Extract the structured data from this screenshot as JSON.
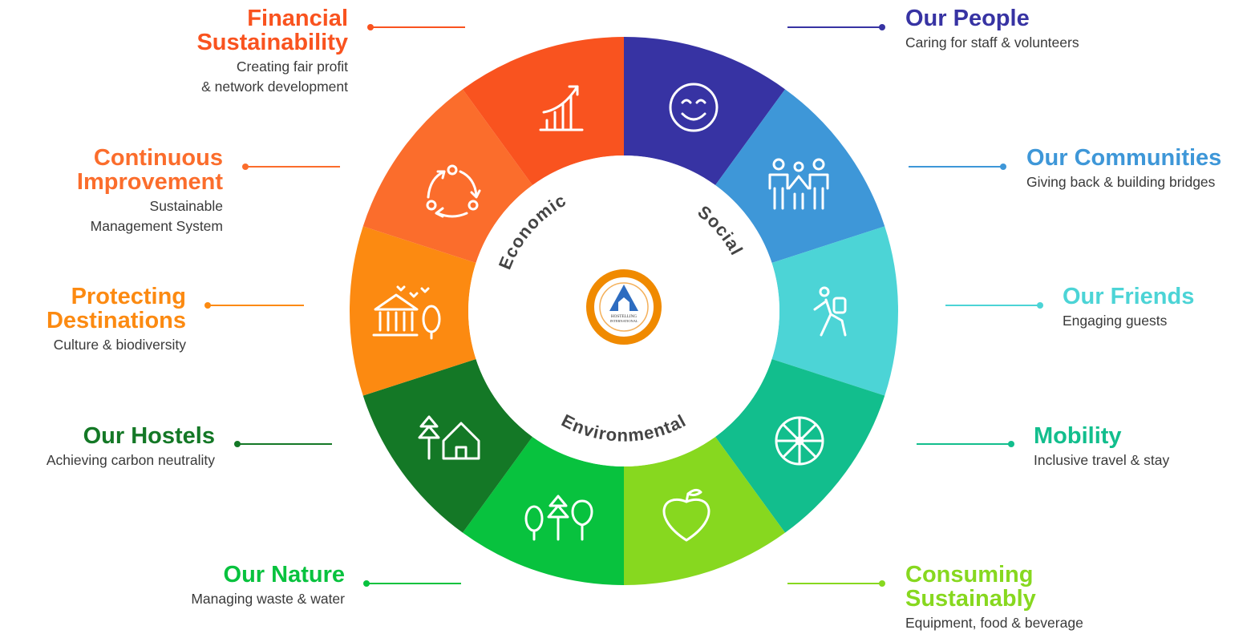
{
  "colors": {
    "financial": "#f9531f",
    "continuous": "#fb6d2c",
    "protecting": "#fc8a11",
    "hostels": "#147826",
    "nature": "#08c23e",
    "consuming": "#87d81f",
    "mobility": "#12be8d",
    "friends": "#4cd4d6",
    "communities": "#3e97d8",
    "people": "#3733a3",
    "logo": "#f08a00"
  },
  "dimensions": {
    "economic": "Economic",
    "social": "Social",
    "environmental": "Environmental"
  },
  "logo": {
    "line1": "HOSTELLING",
    "line2": "INTERNATIONAL"
  },
  "items": {
    "financial": {
      "title_line1": "Financial",
      "title_line2": "Sustainability",
      "sub_line1": "Creating fair profit",
      "sub_line2": "& network development",
      "icon": "growth-chart-icon"
    },
    "continuous": {
      "title_line1": "Continuous",
      "title_line2": "Improvement",
      "sub_line1": "Sustainable",
      "sub_line2": "Management System",
      "icon": "cycle-icon"
    },
    "protecting": {
      "title_line1": "Protecting",
      "title_line2": "Destinations",
      "sub_line1": "Culture & biodiversity",
      "icon": "heritage-icon"
    },
    "hostels": {
      "title_line1": "Our Hostels",
      "sub_line1": "Achieving carbon neutrality",
      "icon": "tree-house-icon"
    },
    "nature": {
      "title_line1": "Our Nature",
      "sub_line1": "Managing waste & water",
      "icon": "trees-icon"
    },
    "consuming": {
      "title_line1": "Consuming",
      "title_line2": "Sustainably",
      "sub_line1": "Equipment, food & beverage",
      "icon": "apple-heart-icon"
    },
    "mobility": {
      "title_line1": "Mobility",
      "sub_line1": "Inclusive travel & stay",
      "icon": "wheel-icon"
    },
    "friends": {
      "title_line1": "Our Friends",
      "sub_line1": "Engaging guests",
      "icon": "hiker-icon"
    },
    "communities": {
      "title_line1": "Our Communities",
      "sub_line1": "Giving back & building bridges",
      "icon": "people-group-icon"
    },
    "people": {
      "title_line1": "Our People",
      "sub_line1": "Caring for staff & volunteers",
      "icon": "smiley-icon"
    }
  }
}
